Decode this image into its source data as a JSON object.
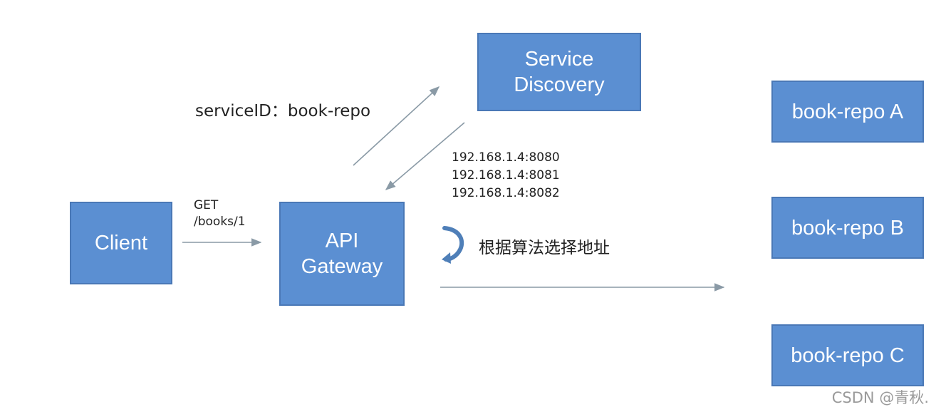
{
  "colors": {
    "node_fill": "#5b8fd2",
    "edge": "#8a9aa6",
    "label_text": "#222222"
  },
  "nodes": {
    "client": "Client",
    "gateway_line1": "API",
    "gateway_line2": "Gateway",
    "discovery_line1": "Service",
    "discovery_line2": "Discovery",
    "repo_a": "book-repo A",
    "repo_b": "book-repo B",
    "repo_c": "book-repo C"
  },
  "labels": {
    "service_id": "serviceID：book-repo",
    "request_method": "GET",
    "request_path": "/books/1",
    "addresses": [
      "192.168.1.4:8080",
      "192.168.1.4:8081",
      "192.168.1.4:8082"
    ],
    "select_algorithm": "根据算法选择地址",
    "loop_icon": "curved-loop-arrow-icon"
  },
  "watermark": "CSDN @青秋."
}
